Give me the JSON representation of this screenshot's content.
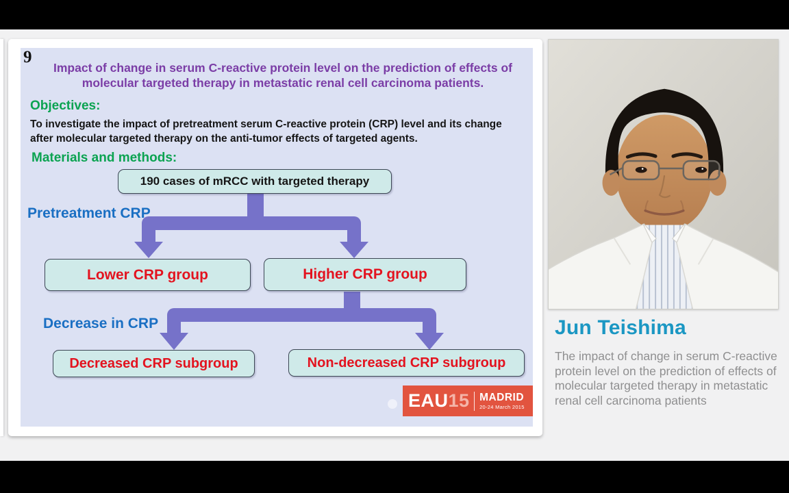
{
  "slide": {
    "number": "9",
    "title": "Impact of change in serum C-reactive protein level on the prediction of effects of molecular targeted therapy in metastatic renal cell carcinoma patients.",
    "objectives_heading": "Objectives:",
    "objectives_body": "To investigate the impact of pretreatment serum C-reactive protein (CRP) level and its change after molecular targeted therapy on the anti-tumor effects of targeted agents.",
    "methods_heading": "Materials and methods:",
    "flowchart": {
      "root": "190 cases of mRCC with targeted therapy",
      "level1_label": "Pretreatment CRP",
      "level1_left": "Lower CRP group",
      "level1_right": "Higher CRP group",
      "level2_label": "Decrease in CRP",
      "level2_left": "Decreased CRP subgroup",
      "level2_right": "Non-decreased CRP subgroup"
    },
    "logo": {
      "org": "EAU",
      "year": "15",
      "city": "MADRID",
      "dates": "20-24 March 2015"
    }
  },
  "speaker": {
    "name": "Jun Teishima",
    "talk_title": "The impact of change in serum C-reactive protein level on the prediction of effects of molecular targeted therapy in metastatic renal cell carcinoma patients"
  },
  "colors": {
    "letterbox": "#000000",
    "content_background": "#f1f1f2",
    "slide_background": "#dce1f3",
    "title_purple": "#7b3da6",
    "heading_green": "#0ba351",
    "label_blue": "#1a6fc3",
    "box_fill": "#cfeae9",
    "box_text_red": "#e3131f",
    "arrow_purple": "#7672c9",
    "logo_red": "#e2543f",
    "speaker_name_teal": "#1b97c3",
    "speaker_title_gray": "#8f8f90"
  }
}
